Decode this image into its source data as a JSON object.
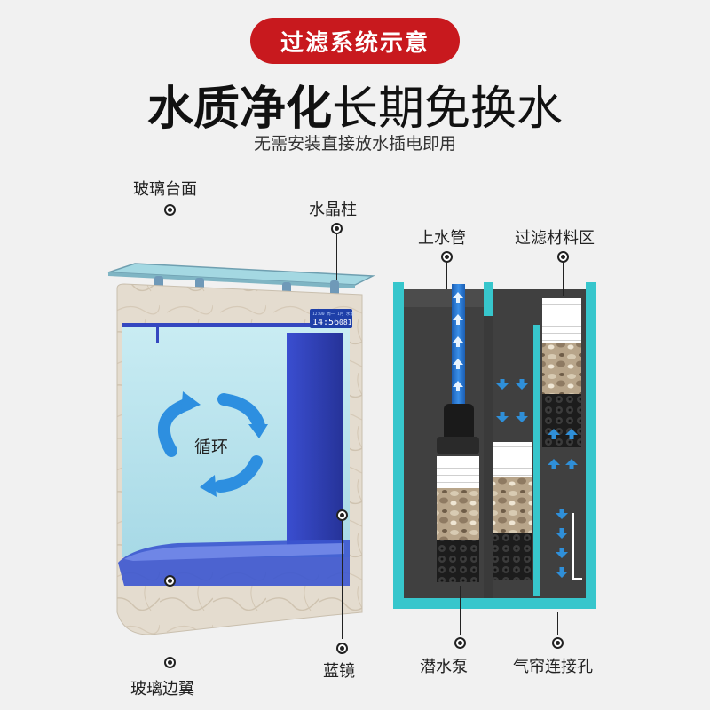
{
  "header": {
    "badge": "过滤系统示意",
    "headline_bold": "水质净化",
    "headline_light": "长期免换水",
    "subtitle": "无需安装直接放水插电即用"
  },
  "left_labels": {
    "top_glass": "玻璃台面",
    "crystal_column": "水晶柱",
    "circulation": "循环",
    "blue_mirror": "蓝镜",
    "glass_wing": "玻璃边翼"
  },
  "right_labels": {
    "inlet_pipe": "上水管",
    "filter_zone": "过滤材料区",
    "submersible_pump": "潜水泵",
    "air_curtain_port": "气帘连接孔"
  },
  "display": {
    "line1": "12:00 周一 1月 水温",
    "clock": "14:56",
    "reading": "081"
  },
  "colors": {
    "badge_red": "#c8191e",
    "frame_teal": "#37c6cc",
    "mirror_blue": "#2e3fb8",
    "water_blue": "#bfe3ec",
    "arrow_blue": "#2f8fd8"
  }
}
